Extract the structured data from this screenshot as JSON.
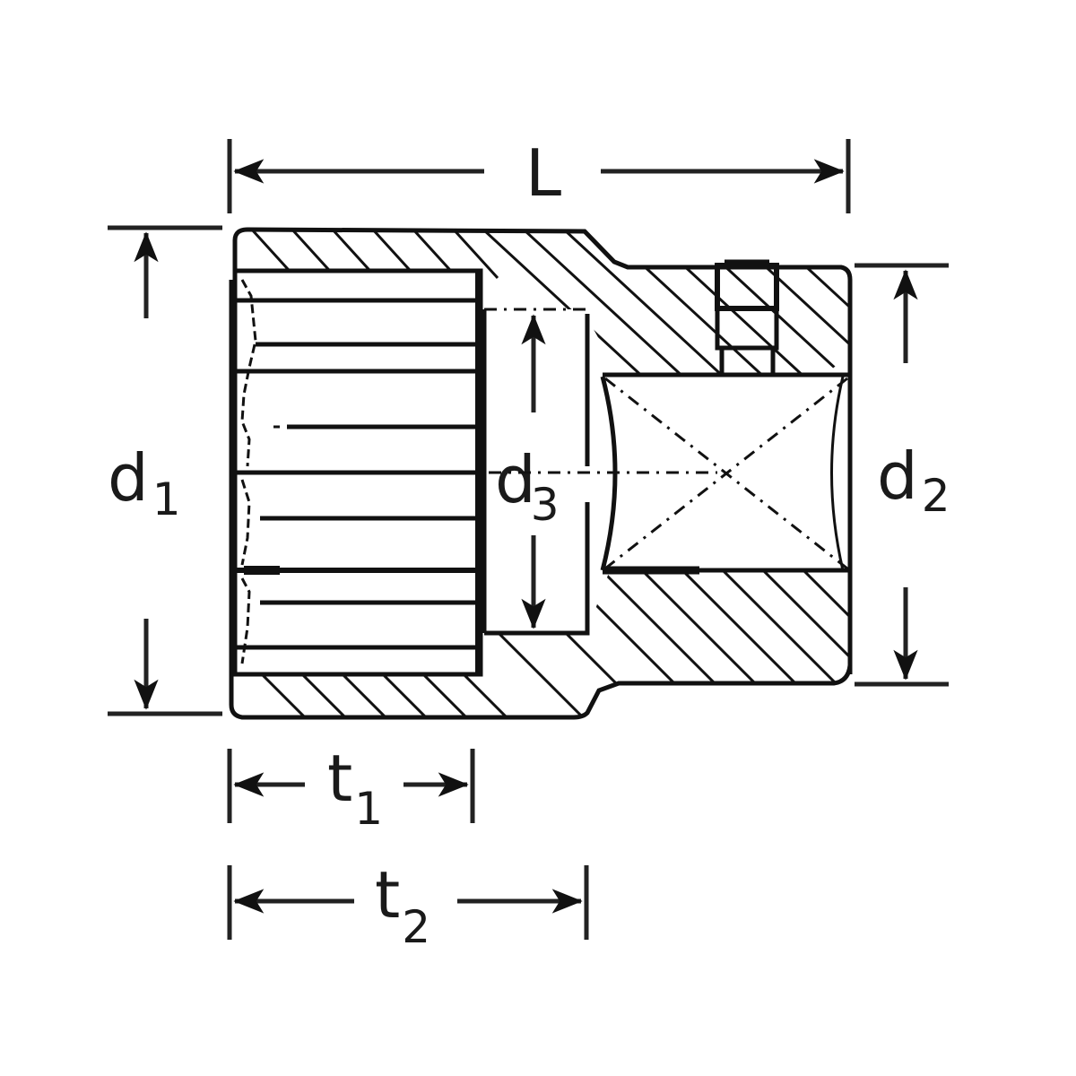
{
  "diagram": {
    "subject": "socket cross-section",
    "colors": {
      "line": "#111111",
      "background": "#ffffff"
    },
    "dimensions": {
      "L": {
        "letter": "L",
        "subscript": ""
      },
      "d1": {
        "letter": "d",
        "subscript": "1"
      },
      "d2": {
        "letter": "d",
        "subscript": "2"
      },
      "d3": {
        "letter": "d",
        "subscript": "3"
      },
      "t1": {
        "letter": "t",
        "subscript": "1"
      },
      "t2": {
        "letter": "t",
        "subscript": "2"
      }
    }
  }
}
